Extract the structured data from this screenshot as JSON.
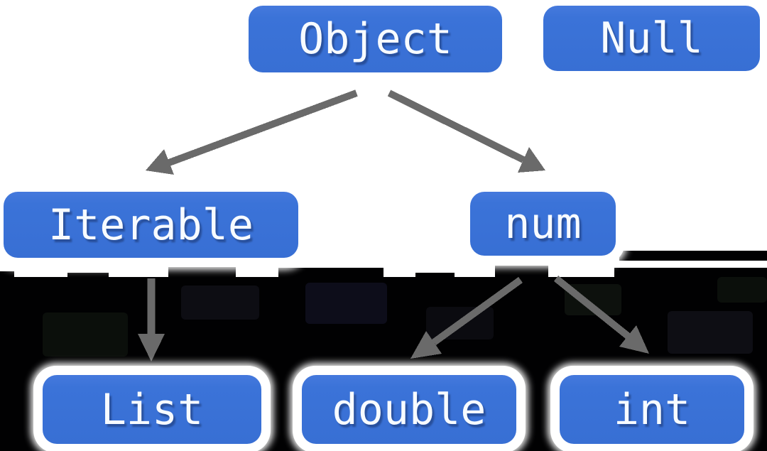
{
  "diagram": {
    "type": "type-hierarchy",
    "nodes": {
      "object": {
        "label": "Object"
      },
      "null": {
        "label": "Null"
      },
      "iterable": {
        "label": "Iterable"
      },
      "num": {
        "label": "num"
      },
      "list": {
        "label": "List"
      },
      "double": {
        "label": "double"
      },
      "int": {
        "label": "int"
      }
    },
    "edges": [
      {
        "from": "Object",
        "to": "Iterable"
      },
      {
        "from": "Object",
        "to": "num"
      },
      {
        "from": "Iterable",
        "to": "List"
      },
      {
        "from": "num",
        "to": "double"
      },
      {
        "from": "num",
        "to": "int"
      }
    ],
    "colors": {
      "node_fill": "#3b73d8",
      "node_fill_top": "#4579dd",
      "node_text": "#f7fbff",
      "node_halo": "#ffffff",
      "arrow": "#6a6a6a",
      "artifact_band": "#010102",
      "background": "#ffffff"
    }
  }
}
